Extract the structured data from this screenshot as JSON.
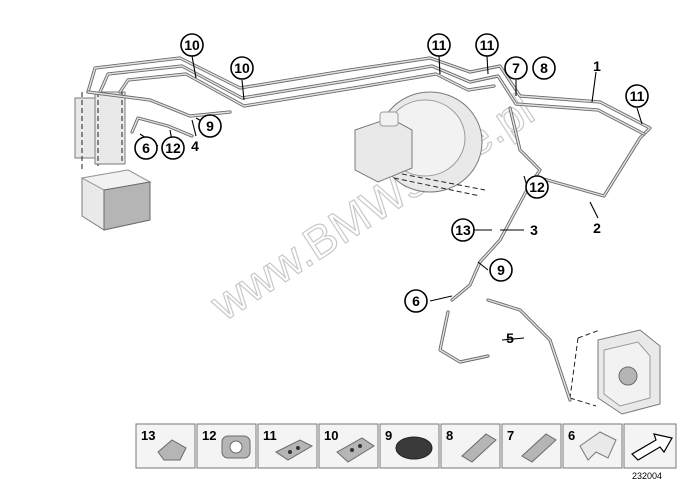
{
  "watermark": "www.BMWstore.pl",
  "diagram_id": "232004",
  "callouts": {
    "c10a": "10",
    "c10b": "10",
    "c11a": "11",
    "c11b": "11",
    "c7": "7",
    "c8": "8",
    "c11c": "11",
    "c9top": "9",
    "c6top": "6",
    "c12top": "12",
    "c12right": "12",
    "c13": "13",
    "c9mid": "9",
    "c6mid": "6"
  },
  "labels": {
    "l1": "1",
    "l2": "2",
    "l3": "3",
    "l4": "4",
    "l5": "5"
  },
  "legend": [
    "13",
    "12",
    "11",
    "10",
    "9",
    "8",
    "7",
    "6"
  ],
  "icons": {
    "abs_unit": "abs-hydraulic-unit-icon",
    "brake_booster": "brake-booster-icon",
    "caliper": "brake-caliper-icon",
    "arrow": "arrow-icon"
  }
}
